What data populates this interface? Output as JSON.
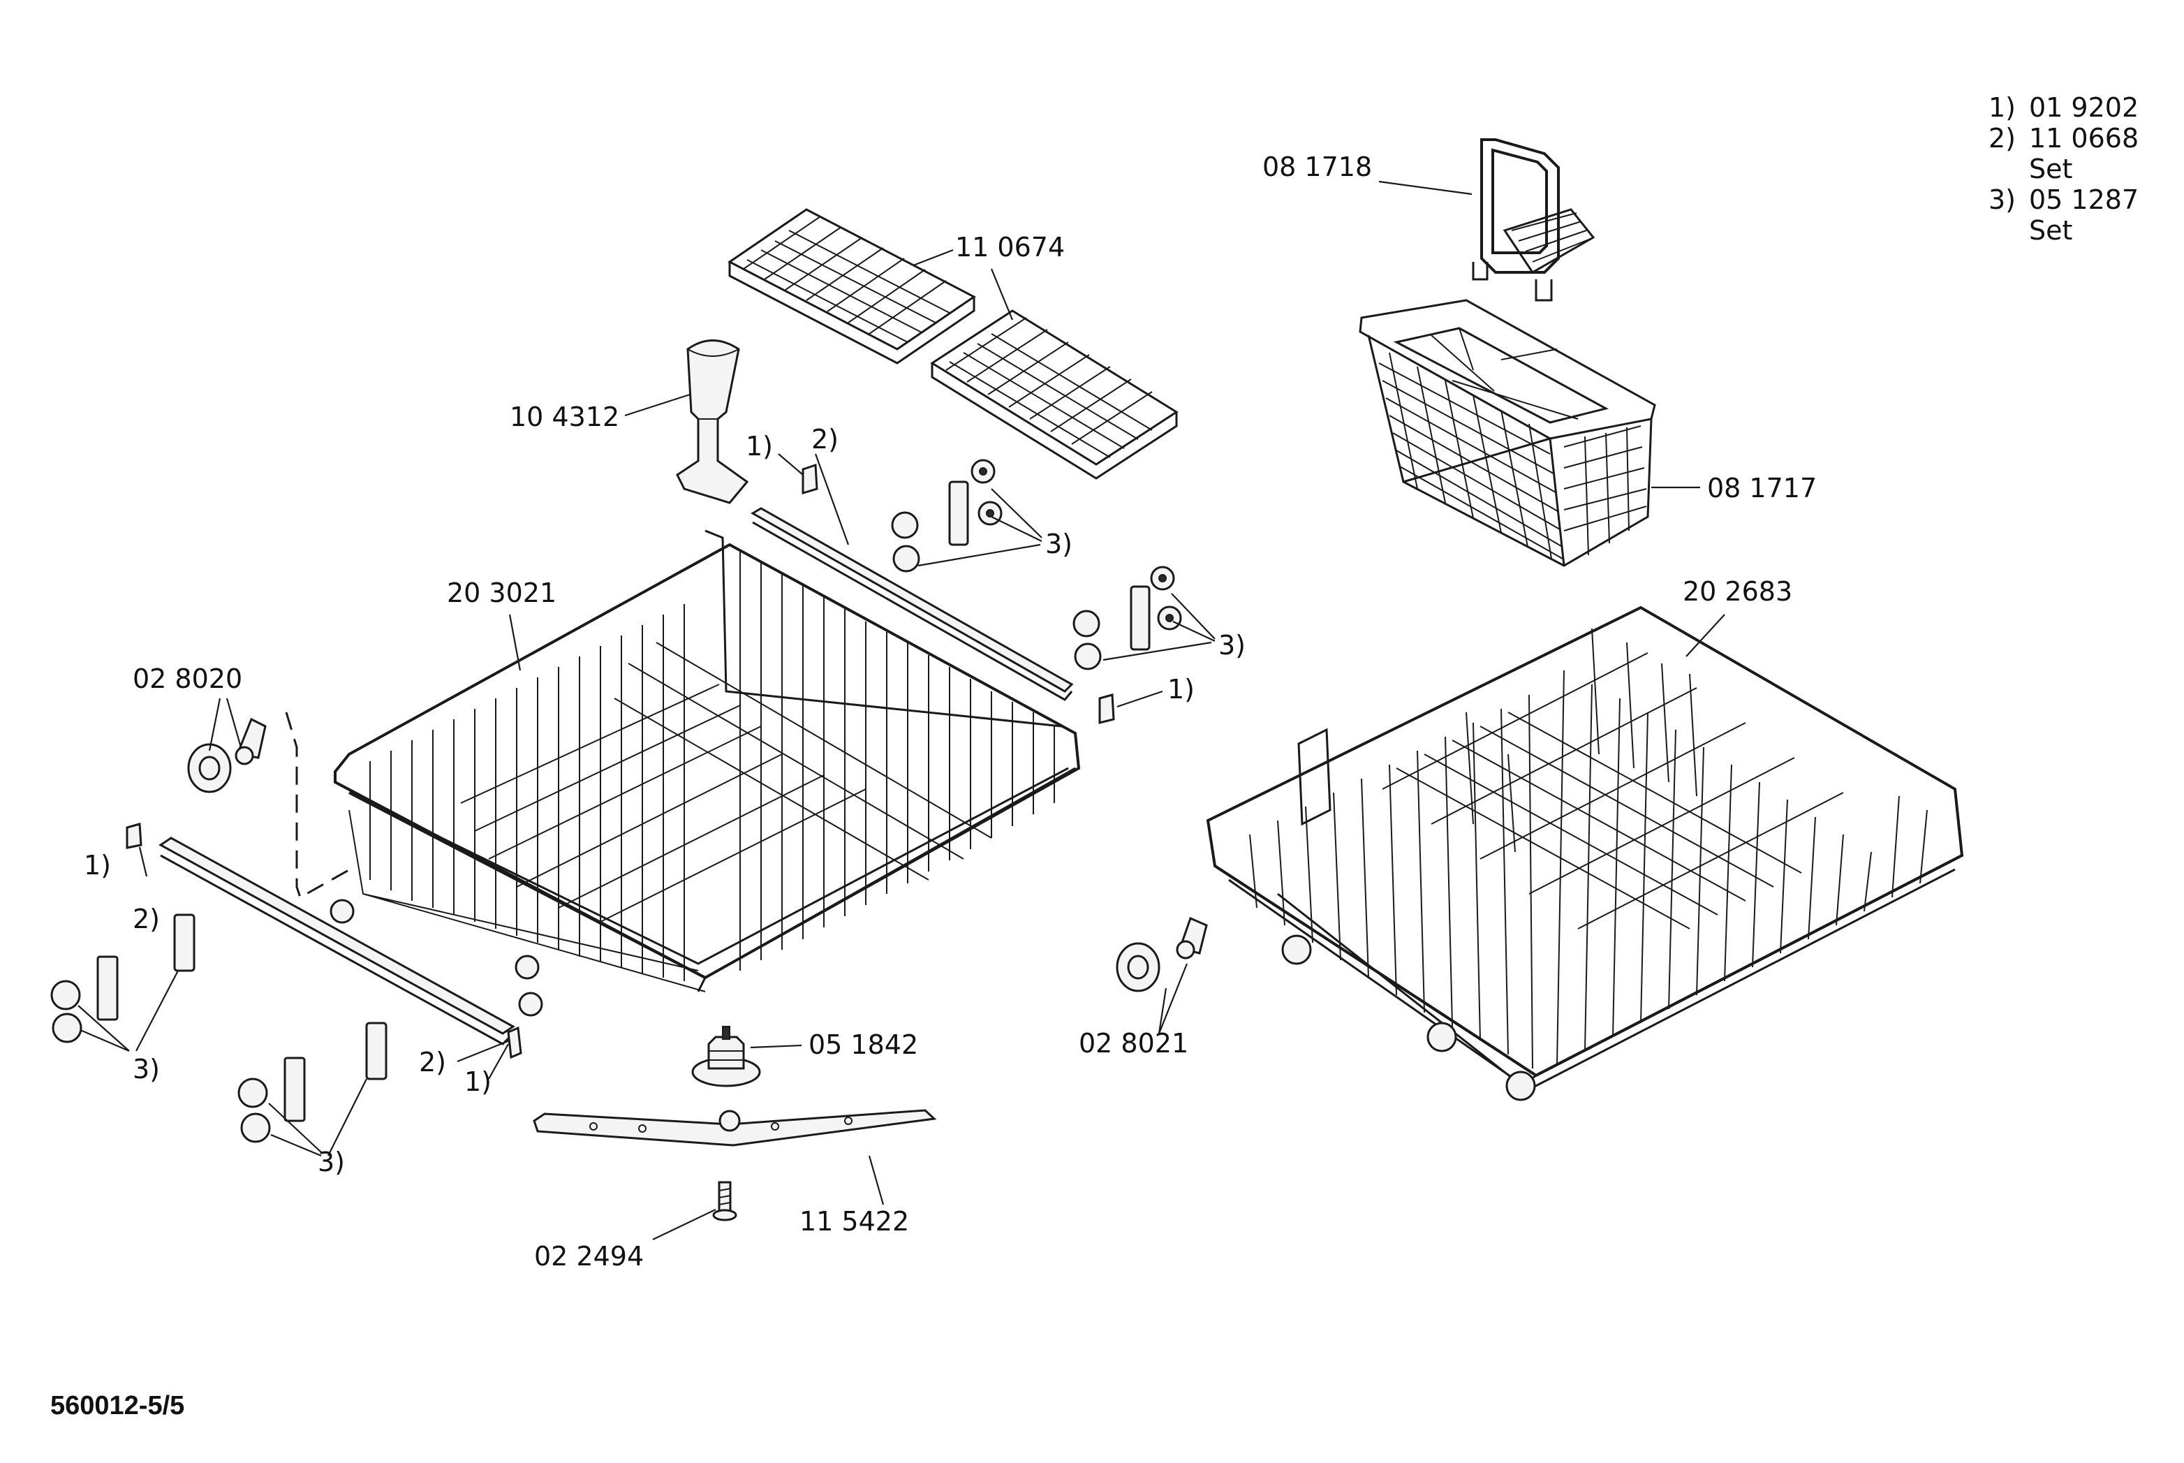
{
  "doc_number": "560012-5/5",
  "legend": [
    {
      "key": "1)",
      "value": "01 9202",
      "sub": ""
    },
    {
      "key": "2)",
      "value": "11 0668",
      "sub": "Set"
    },
    {
      "key": "3)",
      "value": "05 1287",
      "sub": "Set"
    }
  ],
  "parts": {
    "p081718": "08 1718",
    "p110674": "11 0674",
    "p104312": "10 4312",
    "p081717": "08 1717",
    "p203021": "20 3021",
    "p202683": "20 2683",
    "p028020": "02 8020",
    "p028021": "02 8021",
    "p051842": "05 1842",
    "p115422": "11 5422",
    "p022494": "02 2494"
  },
  "callouts": {
    "one": "1)",
    "two": "2)",
    "three": "3)"
  }
}
